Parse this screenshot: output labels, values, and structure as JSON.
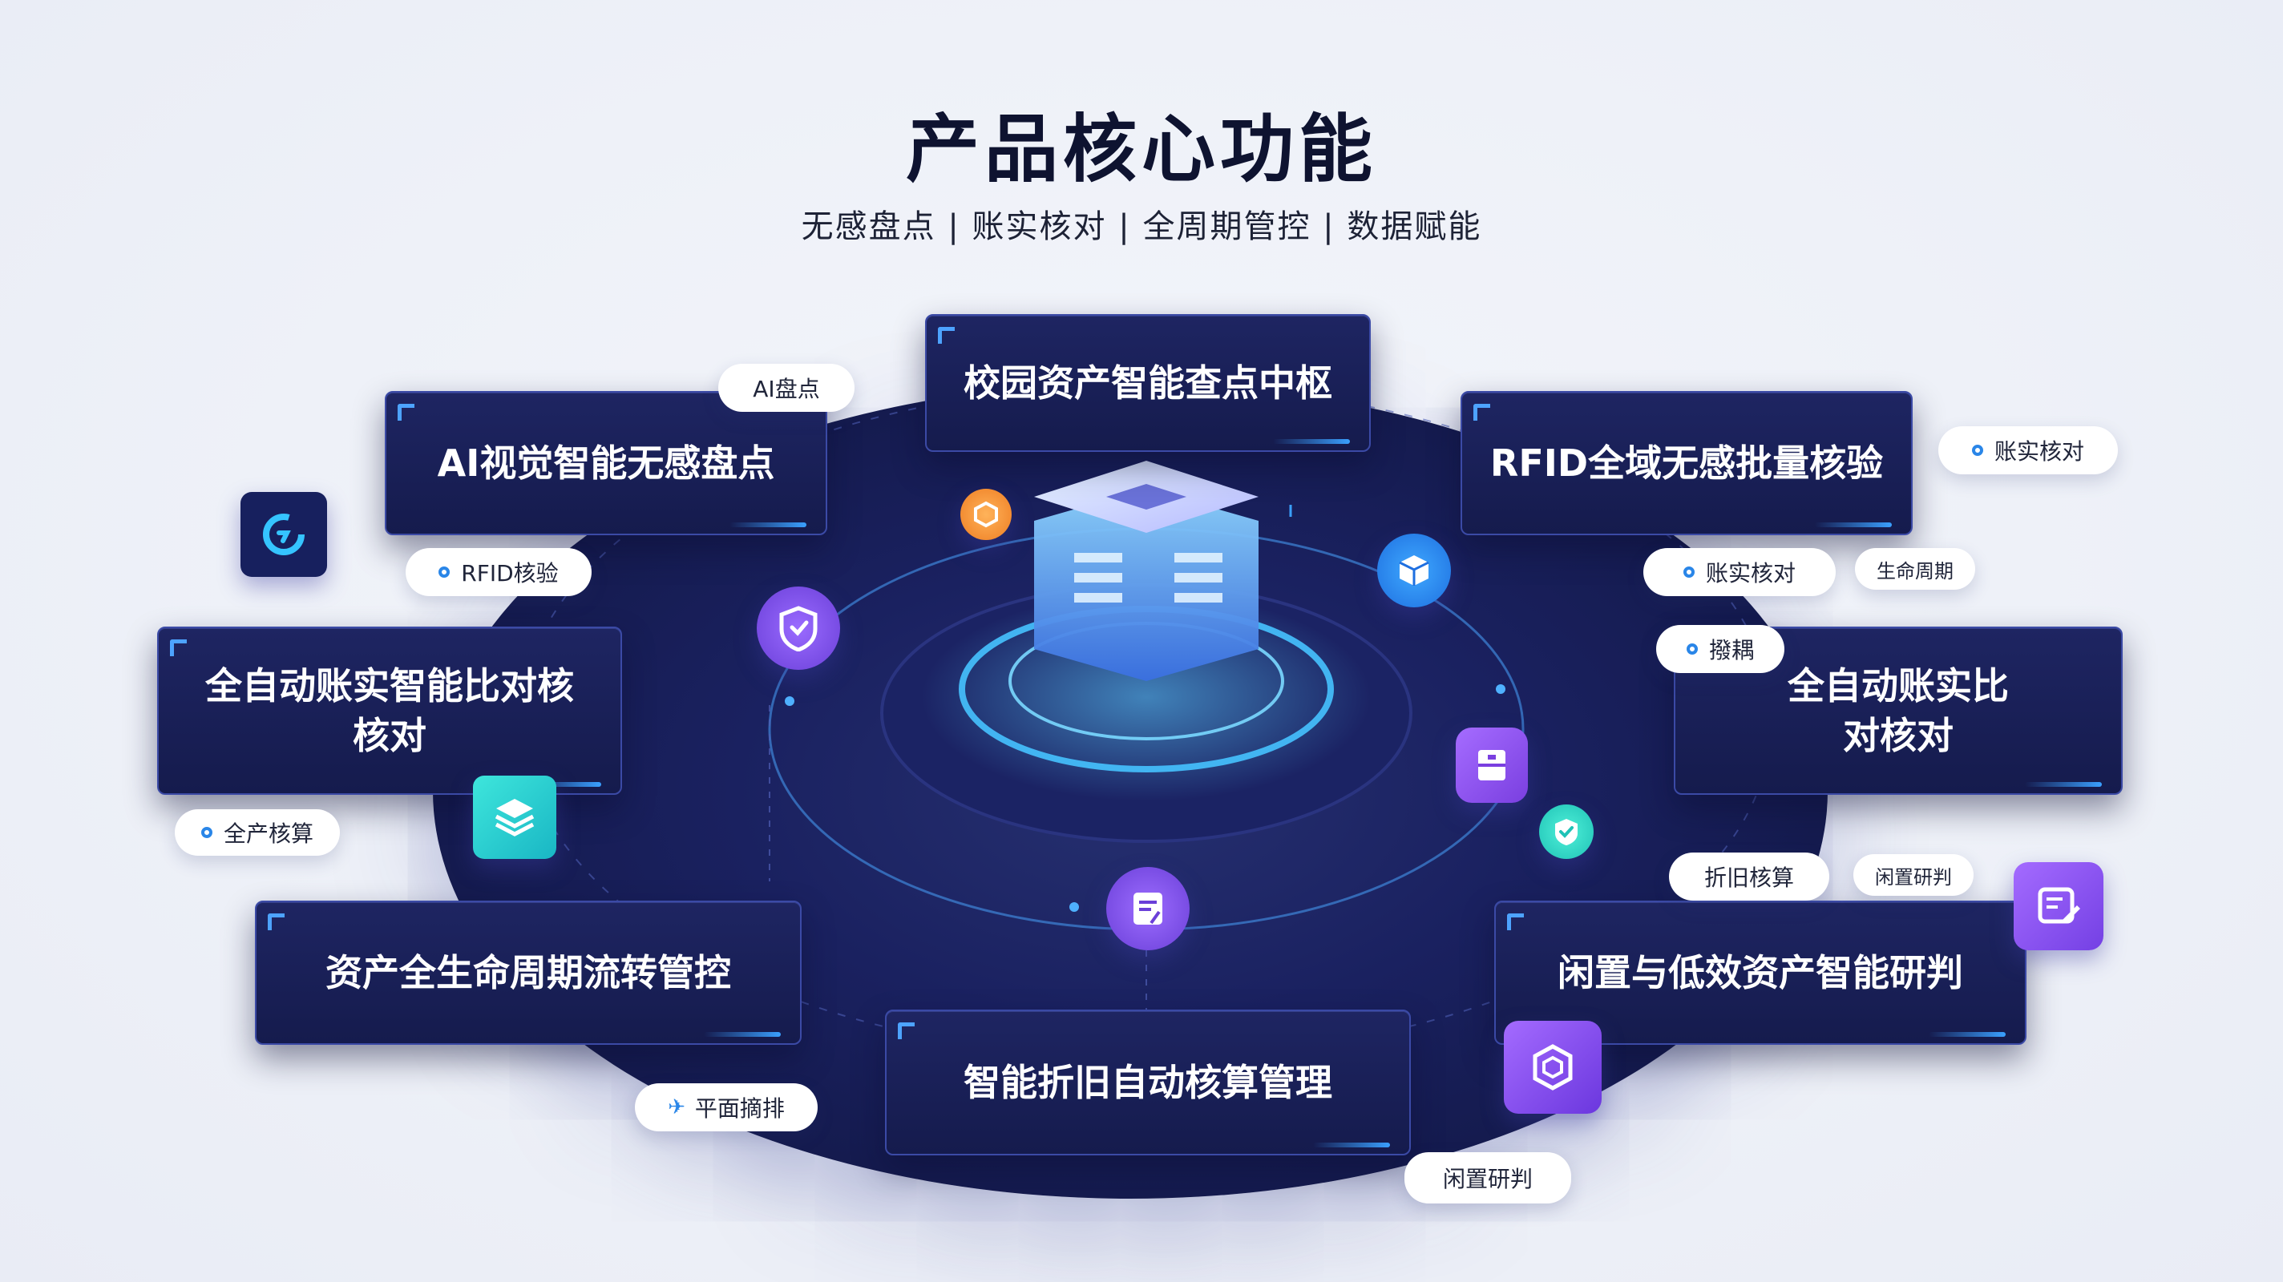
{
  "header": {
    "title": "产品核心功能",
    "subtitle": "无感盘点 | 账实核对 | 全周期管控 | 数据赋能"
  },
  "cards": {
    "center_top": "校园资产智能查点中枢",
    "ai_vision": "AI视觉智能无感盘点",
    "rfid": "RFID全域无感批量核验",
    "auto_left": "全自动账实智能比对核核对",
    "auto_right": "全自动账实比对核对",
    "lifecycle": "资产全生命周期流转管控",
    "idle": "闲置与低效资产智能研判",
    "depreciation": "智能折旧自动核算管理"
  },
  "tags": {
    "ai_inventory": "AI盘点",
    "rfid_check": "RFID核验",
    "account_check_top": "账实核对",
    "account_check_mid": "账实核对",
    "lifecycle_short": "生命周期",
    "checking": "撥耦",
    "asset_calc": "全产核算",
    "depreciation_calc": "折旧核算",
    "idle_judge_small": "闲置研判",
    "floor_plan": "平面摘排",
    "idle_judge_bottom": "闲置研判"
  },
  "icons": {
    "refresh": "refresh-icon",
    "shield": "shield-icon",
    "layers": "layers-icon",
    "cube": "cube-icon",
    "drawer": "drawer-icon",
    "check": "check-icon",
    "document": "document-icon",
    "hexagon": "hexagon-icon",
    "edit": "edit-icon",
    "badge": "badge-icon",
    "server": "server-icon"
  },
  "colors": {
    "card_bg": "#1a2158",
    "accent_blue": "#3aa0ff",
    "purple": "#7b4ee0",
    "teal": "#22c6c9",
    "orange": "#f29a3a",
    "title": "#0e1330"
  }
}
